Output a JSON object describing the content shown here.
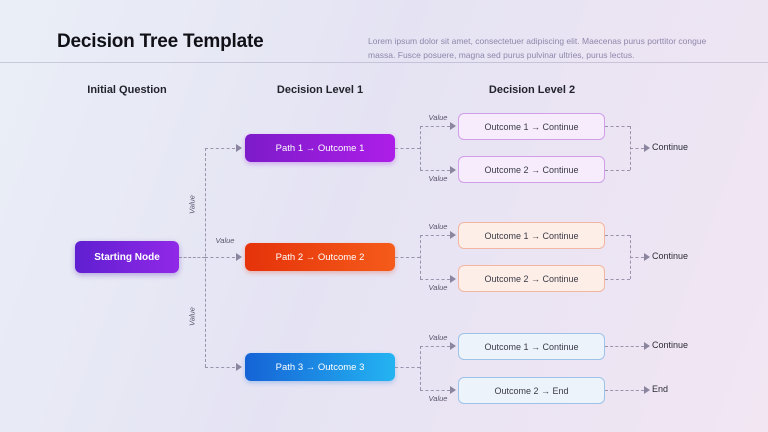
{
  "slide": {
    "title": "Decision Tree Template",
    "description": "Lorem ipsum dolor sit amet, consectetuer adipiscing elit. Maecenas purus porttitor congue massa. Fusce posuere, magna sed purus pulvinar ultries, purus lectus."
  },
  "columns": {
    "initial": "Initial Question",
    "level1": "Decision Level 1",
    "level2": "Decision Level 2"
  },
  "start_node": {
    "label": "Starting Node"
  },
  "connector_label": "Value",
  "paths": [
    {
      "label": "Path 1 → Outcome 1",
      "outcomes": [
        {
          "label": "Outcome 1 → Continue"
        },
        {
          "label": "Outcome 2 → Continue"
        }
      ],
      "result": "Continue"
    },
    {
      "label": "Path 2 → Outcome 2",
      "outcomes": [
        {
          "label": "Outcome 1 → Continue"
        },
        {
          "label": "Outcome 2 → Continue"
        }
      ],
      "result": "Continue"
    },
    {
      "label": "Path 3 → Outcome 3",
      "outcomes": [
        {
          "label": "Outcome 1 → Continue",
          "result": "Continue"
        },
        {
          "label": "Outcome 2 → End",
          "result": "End"
        }
      ]
    }
  ],
  "colors": {
    "start_gradient": [
      "#5f1fd0",
      "#9128e8"
    ],
    "path1_gradient": [
      "#7d1bc9",
      "#ad1ee8"
    ],
    "path2_gradient": [
      "#e5320a",
      "#f55b1a"
    ],
    "path3_gradient": [
      "#1563d6",
      "#24b4f2"
    ],
    "outcome1_border": "#cf9fe9",
    "outcome2_border": "#f3b6a3",
    "outcome3_border": "#9dc3e7",
    "connector": "#9a93ad"
  }
}
